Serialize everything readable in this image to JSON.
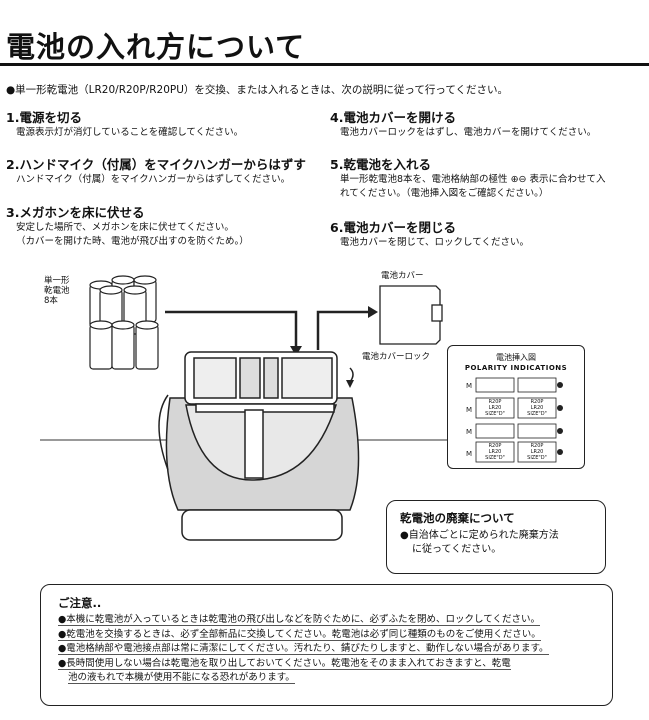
{
  "title": "電池の入れ方について",
  "intro": "●単一形乾電池（LR20/R20P/R20PU）を交換、または入れるときは、次の説明に従って行ってください。",
  "steps": [
    {
      "heading": "1.電源を切る",
      "body": [
        "電源表示灯が消灯していることを確認してください。"
      ]
    },
    {
      "heading": "2.ハンドマイク（付属）をマイクハンガーからはずす",
      "body": [
        "ハンドマイク（付属）をマイクハンガーからはずしてください。"
      ]
    },
    {
      "heading": "3.メガホンを床に伏せる",
      "body": [
        "安定した場所で、メガホンを床に伏せてください。",
        "（カバーを開けた時、電池が飛び出すのを防ぐため。）"
      ]
    },
    {
      "heading": "4.電池カバーを開ける",
      "body": [
        "電池カバーロックをはずし、電池カバーを開けてください。"
      ]
    },
    {
      "heading": "5.乾電池を入れる",
      "body": [
        "単一形乾電池8本を、電池格納部の極性 ⊕⊖ 表示に合わせて入",
        "れてください。（電池挿入図をご確認ください。）"
      ]
    },
    {
      "heading": "6.電池カバーを閉じる",
      "body": [
        "電池カバーを閉じて、ロックしてください。"
      ]
    }
  ],
  "diagram": {
    "battery_label": [
      "単一形",
      "乾電池",
      "8本"
    ],
    "cover_label": "電池カバー",
    "lock_label": "電池カバーロック",
    "polarity": {
      "title": "電池挿入図",
      "subtitle": "POLARITY INDICATIONS",
      "cell_text": [
        "R20P",
        "LR20",
        "SIZE\"D\""
      ]
    }
  },
  "disposal": {
    "heading": "乾電池の廃棄について",
    "body": [
      "●自治体ごとに定められた廃棄方法",
      "に従ってください。"
    ]
  },
  "caution": {
    "heading": "ご注意..",
    "items": [
      [
        "●本機に乾電池が入っているときは乾電池の飛び出しなどを防ぐために、必ずふたを閉め、ロックしてください。"
      ],
      [
        "●乾電池を交換するときは、必ず全部新品に交換してください。乾電池は必ず同じ種類のものをご使用ください。"
      ],
      [
        "●電池格納部や電池接点部は常に清潔にしてください。汚れたり、錆びたりしますと、動作しない場合があります。"
      ],
      [
        "●長時間使用しない場合は乾電池を取り出しておいてください。乾電池をそのまま入れておきますと、乾電",
        "池の液もれで本機が使用不能になる恐れがあります。"
      ]
    ]
  }
}
